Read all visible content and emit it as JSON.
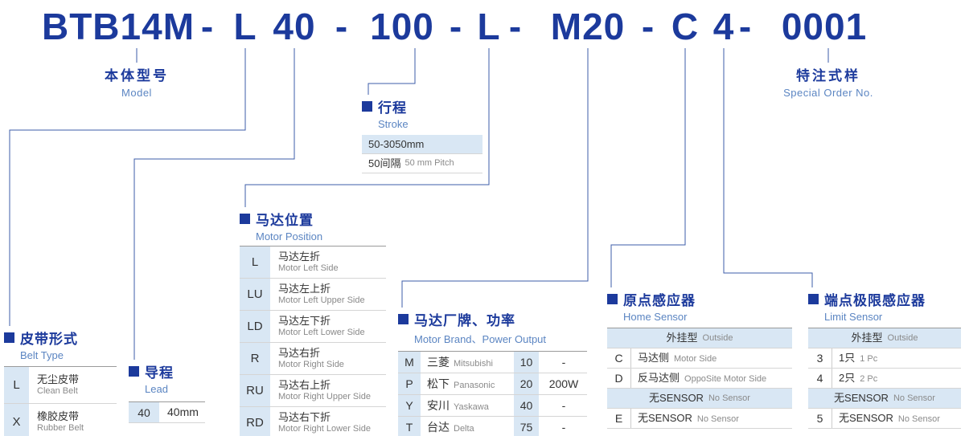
{
  "colors": {
    "primary": "#1c3a9c",
    "secondary": "#5b85c2",
    "cell_background": "#d9e7f4",
    "connector_line": "#3c5ca8"
  },
  "model_code": {
    "segments": [
      "BTB14M",
      "-",
      "L",
      "40",
      "-",
      "100",
      "-",
      "L",
      "-",
      "M20",
      "-",
      "C",
      "4",
      "-",
      "0001"
    ]
  },
  "sections": {
    "model": {
      "zh": "本体型号",
      "en": "Model"
    },
    "special_order": {
      "zh": "特注式样",
      "en": "Special Order No."
    },
    "stroke": {
      "zh": "行程",
      "en": "Stroke",
      "range": "50-3050mm",
      "pitch_zh": "50间隔",
      "pitch_en": "50 mm Pitch"
    },
    "motor_position": {
      "zh": "马达位置",
      "en": "Motor Position",
      "rows": [
        {
          "code": "L",
          "zh": "马达左折",
          "en": "Motor Left Side"
        },
        {
          "code": "LU",
          "zh": "马达左上折",
          "en": "Motor Left Upper Side"
        },
        {
          "code": "LD",
          "zh": "马达左下折",
          "en": "Motor Left Lower Side"
        },
        {
          "code": "R",
          "zh": "马达右折",
          "en": "Motor Right Side"
        },
        {
          "code": "RU",
          "zh": "马达右上折",
          "en": "Motor Right Upper Side"
        },
        {
          "code": "RD",
          "zh": "马达右下折",
          "en": "Motor Right Lower Side"
        }
      ]
    },
    "belt_type": {
      "zh": "皮带形式",
      "en": "Belt Type",
      "rows": [
        {
          "code": "L",
          "zh": "无尘皮带",
          "en": "Clean Belt"
        },
        {
          "code": "X",
          "zh": "橡胶皮带",
          "en": "Rubber Belt"
        }
      ]
    },
    "lead": {
      "zh": "导程",
      "en": "Lead",
      "rows": [
        {
          "code": "40",
          "value": "40mm"
        }
      ]
    },
    "motor_brand": {
      "zh": "马达厂牌、功率",
      "en": "Motor Brand、Power Output",
      "rows": [
        {
          "brand_code": "M",
          "brand_zh": "三菱",
          "brand_en": "Mitsubishi",
          "power_code": "10",
          "power": "-"
        },
        {
          "brand_code": "P",
          "brand_zh": "松下",
          "brand_en": "Panasonic",
          "power_code": "20",
          "power": "200W"
        },
        {
          "brand_code": "Y",
          "brand_zh": "安川",
          "brand_en": "Yaskawa",
          "power_code": "40",
          "power": "-"
        },
        {
          "brand_code": "T",
          "brand_zh": "台达",
          "brand_en": "Delta",
          "power_code": "75",
          "power": "-"
        }
      ]
    },
    "home_sensor": {
      "zh": "原点感应器",
      "en": "Home Sensor",
      "rows": [
        {
          "type": "group",
          "zh": "外挂型",
          "en": "Outside"
        },
        {
          "type": "item",
          "code": "C",
          "zh": "马达侧",
          "en": "Motor Side"
        },
        {
          "type": "item",
          "code": "D",
          "zh": "反马达侧",
          "en": "OppoSite Motor Side"
        },
        {
          "type": "group",
          "zh": "无SENSOR",
          "en": "No Sensor"
        },
        {
          "type": "item",
          "code": "E",
          "zh": "无SENSOR",
          "en": "No Sensor"
        }
      ]
    },
    "limit_sensor": {
      "zh": "端点极限感应器",
      "en": "Limit Sensor",
      "rows": [
        {
          "type": "group",
          "zh": "外挂型",
          "en": "Outside"
        },
        {
          "type": "item",
          "code": "3",
          "zh": "1只",
          "en": "1 Pc"
        },
        {
          "type": "item",
          "code": "4",
          "zh": "2只",
          "en": "2 Pc"
        },
        {
          "type": "group",
          "zh": "无SENSOR",
          "en": "No Sensor"
        },
        {
          "type": "item",
          "code": "5",
          "zh": "无SENSOR",
          "en": "No Sensor"
        }
      ]
    }
  }
}
